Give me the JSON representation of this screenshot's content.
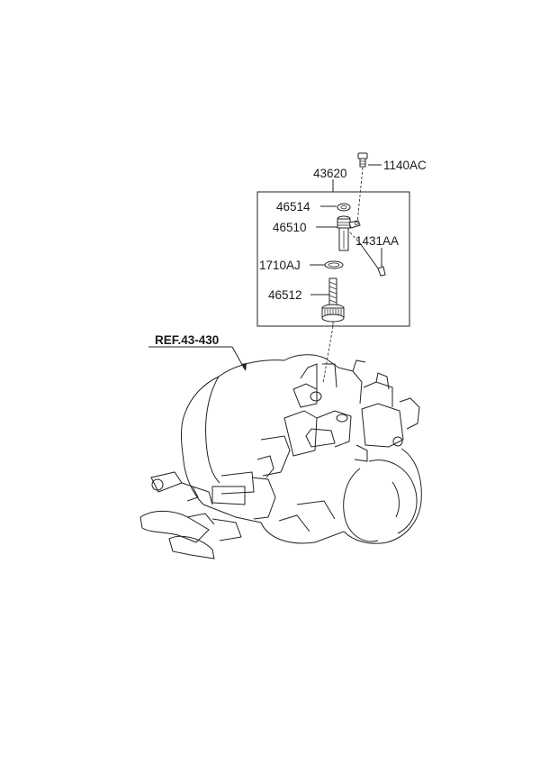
{
  "diagram": {
    "labels": {
      "bolt": "1140AC",
      "assembly": "43620",
      "seal_ring": "46514",
      "sleeve": "46510",
      "pin": "1431AA",
      "o_ring": "1710AJ",
      "driven_gear": "46512",
      "reference": "REF.43-430"
    }
  }
}
